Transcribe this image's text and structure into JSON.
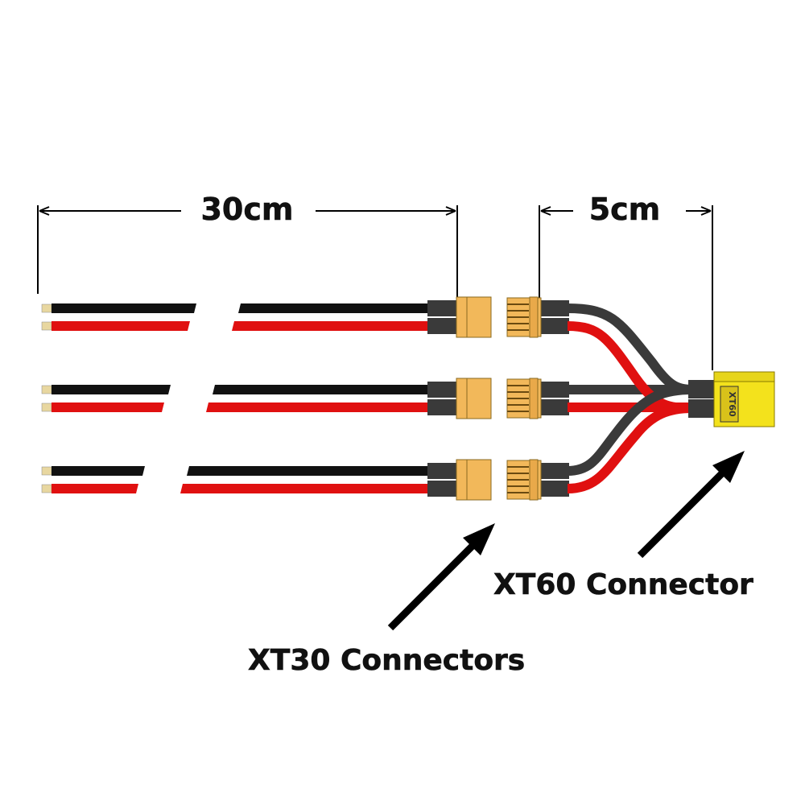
{
  "dimensions": {
    "long_lead": "30cm",
    "short_lead": "5cm"
  },
  "callouts": {
    "xt60": "XT60 Connector",
    "xt30": "XT30 Connectors"
  },
  "xt60_marking": "XT60",
  "colors": {
    "positive": "#e01010",
    "negative": "#111111",
    "heatshrink": "#3a3a3a",
    "xt30_housing": "#f2b85a",
    "xt60_housing": "#f3e21c",
    "pin": "#e8d7a0"
  }
}
